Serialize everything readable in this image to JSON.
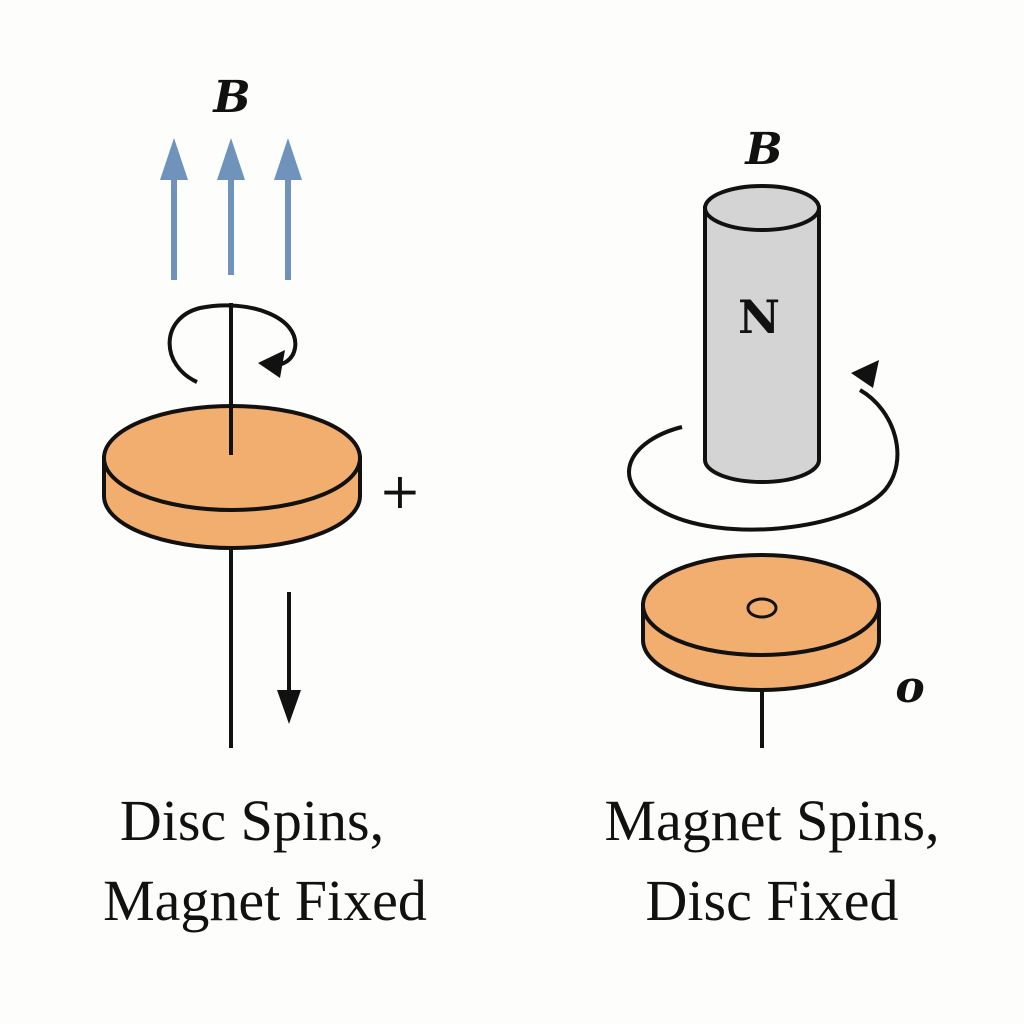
{
  "colors": {
    "background": "#fdfdfb",
    "field_arrow": "#6f93bb",
    "disc_fill": "#f2ae6e",
    "magnet_fill": "#d4d4d4",
    "stroke": "#111111"
  },
  "left_panel": {
    "field_label": "B",
    "polarity_label": "+",
    "caption_line1": "Disc Spins,",
    "caption_line2": "Magnet Fixed"
  },
  "right_panel": {
    "field_label": "B",
    "magnet_pole_label": "N",
    "polarity_label": "o",
    "caption_line1": "Magnet Spins,",
    "caption_line2": "Disc Fixed"
  }
}
